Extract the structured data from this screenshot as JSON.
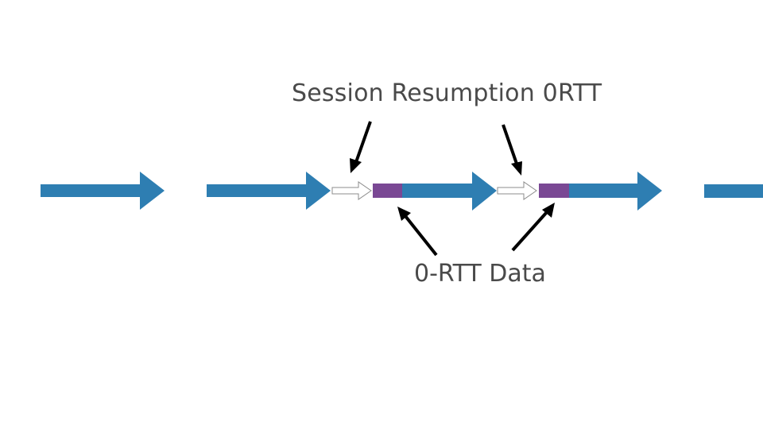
{
  "labels": {
    "session_resumption": "Session Resumption 0RTT",
    "zero_rtt_data": "0-RTT Data"
  },
  "colors": {
    "connection_arrow": "#2e7eb2",
    "zero_rtt_block": "#7a4894",
    "resumption_arrow_fill": "#ffffff",
    "resumption_arrow_stroke": "#8c8c8c",
    "pointer_arrow": "#000000",
    "label_text": "#4a4a4a"
  },
  "sequence": [
    {
      "type": "connection"
    },
    {
      "type": "connection"
    },
    {
      "type": "resumption-handshake"
    },
    {
      "type": "connection-with-0rtt-data"
    },
    {
      "type": "resumption-handshake"
    },
    {
      "type": "connection-with-0rtt-data"
    },
    {
      "type": "connection"
    }
  ]
}
